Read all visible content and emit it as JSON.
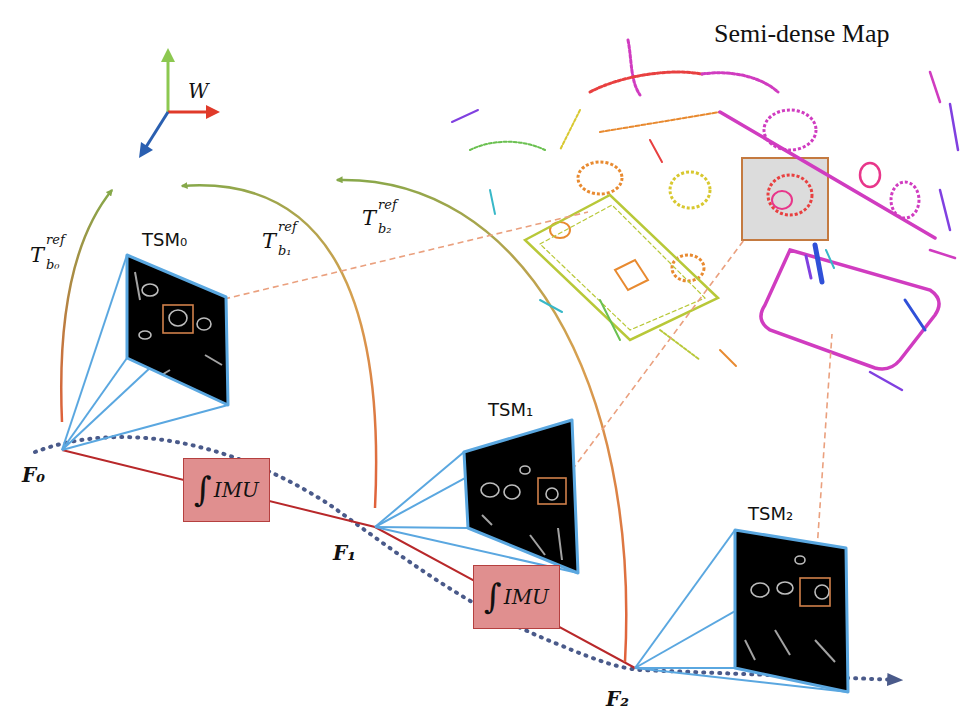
{
  "diagram": {
    "nodes": [
      {
        "text": [
          "TSM₀"
        ]
      },
      {
        "text": [
          "∫",
          "IMU"
        ]
      },
      {
        "text": [
          "TSM₁"
        ]
      },
      {
        "text": [
          "∫",
          "IMU"
        ]
      },
      {
        "text": [
          "TSM₂"
        ]
      }
    ],
    "labels": [
      "Semi-dense Map",
      "W",
      "T",
      "ref",
      "b₀",
      "T",
      "ref",
      "b₁",
      "T",
      "ref",
      "b₂",
      "F₀",
      "F₁",
      "F₂"
    ]
  }
}
